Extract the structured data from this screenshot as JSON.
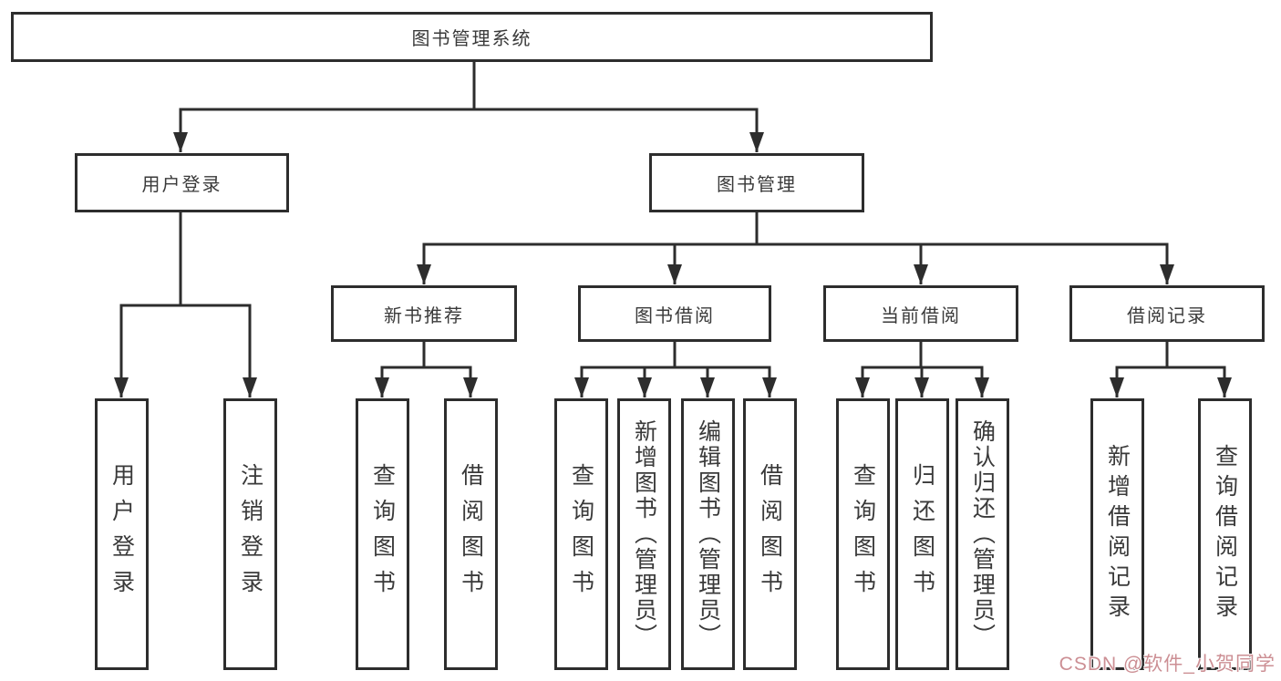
{
  "colors": {
    "line": "#2d2d2d",
    "box_border": "#2d2d2d",
    "text": "#3a3a3a",
    "background": "#ffffff",
    "watermark": "#cc8f94"
  },
  "nodes": {
    "root": "图书管理系统",
    "level2": {
      "user_login": "用户登录",
      "book_mgmt": "图书管理"
    },
    "level3": {
      "new_book_rec": "新书推荐",
      "book_borrow": "图书借阅",
      "current_borrow": "当前借阅",
      "borrow_record": "借阅记录"
    },
    "leaves": {
      "user_login": "用户登录",
      "logout": "注销登录",
      "rec_query_book": "查询图书",
      "rec_borrow_book": "借阅图书",
      "bb_query_book": "查询图书",
      "bb_add_book": "新增图书（管理员）",
      "bb_edit_book": "编辑图书（管理员）",
      "bb_borrow_book": "借阅图书",
      "cur_query_book": "查询图书",
      "cur_return_book": "归还图书",
      "cur_confirm_return": "确认归还（管理员）",
      "rc_add_record": "新增借阅记录",
      "rc_query_record": "查询借阅记录"
    }
  },
  "watermark": "CSDN @软件_小贺同学"
}
